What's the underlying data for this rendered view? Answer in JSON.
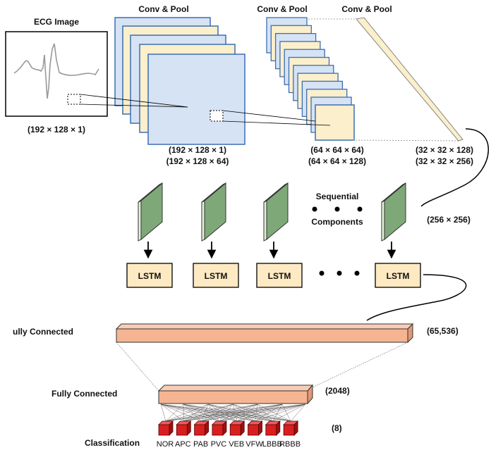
{
  "labels": {
    "ecg_image": "ECG Image",
    "ecg_dim": "(192 × 128 × 1)",
    "conv1": "Conv & Pool",
    "conv2": "Conv & Pool",
    "conv3": "Conv & Pool",
    "block1_dim_a": "(192 × 128 × 1)",
    "block1_dim_b": "(192 × 128 × 64)",
    "block2_dim_a": "(64 × 64 × 64)",
    "block2_dim_b": "(64 × 64 × 128)",
    "block3_dim_a": "(32 × 32 × 128)",
    "block3_dim_b": "(32 × 32 × 256)",
    "sequential_1": "Sequential",
    "sequential_2": "Components",
    "seq_dim": "(256 × 256)",
    "fc1_label": "ully Connected",
    "fc1_dim": "(65,536)",
    "fc2_label": "Fully Connected",
    "fc2_dim": "(2048)",
    "class_label": "Classification",
    "class_dim": "(8)"
  },
  "lstm_labels": [
    "LSTM",
    "LSTM",
    "LSTM",
    "LSTM"
  ],
  "classes": [
    "NOR",
    "APC",
    "PAB",
    "PVC",
    "VEB",
    "VFW",
    "LBBB",
    "RBBB"
  ],
  "colors": {
    "blue_fill": "#d6e3f5",
    "blue_stroke": "#3c6fb0",
    "cream_fill": "#fbefcc",
    "green_fill": "#a9c9a4",
    "lstm_fill": "#fde9c2",
    "fc_fill": "#f6b592",
    "class_fill": "#d81f1f"
  }
}
